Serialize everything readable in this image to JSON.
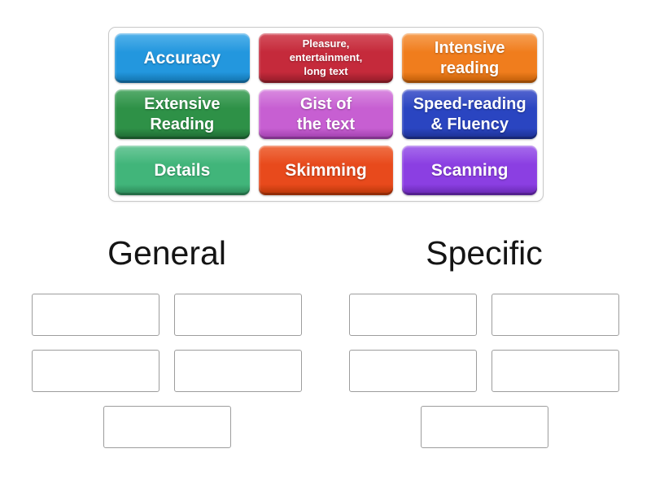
{
  "tray": {
    "tiles": [
      {
        "id": "accuracy",
        "label": "Accuracy",
        "colors": {
          "base": "#2397DE",
          "light": "#54B2EA",
          "dark": "#116FA8"
        }
      },
      {
        "id": "pleasure-entertainment-long-text",
        "label": "Pleasure,\nentertainment,\nlong text",
        "colors": {
          "base": "#C52A3B",
          "light": "#D4515E",
          "dark": "#8F1B28"
        }
      },
      {
        "id": "intensive-reading",
        "label": "Intensive\nreading",
        "colors": {
          "base": "#F07D1D",
          "light": "#F6A055",
          "dark": "#BA5A06"
        }
      },
      {
        "id": "extensive-reading",
        "label": "Extensive\nReading",
        "colors": {
          "base": "#2E9147",
          "light": "#57AC6D",
          "dark": "#1D6431"
        }
      },
      {
        "id": "gist-of-the-text",
        "label": "Gist of\nthe text",
        "colors": {
          "base": "#C75FD2",
          "light": "#D98BE0",
          "dark": "#9C3CA9"
        }
      },
      {
        "id": "speed-reading-fluency",
        "label": "Speed-reading\n& Fluency",
        "colors": {
          "base": "#2A45C1",
          "light": "#5365CF",
          "dark": "#1B2E8D"
        }
      },
      {
        "id": "details",
        "label": "Details",
        "colors": {
          "base": "#41B57A",
          "light": "#6FC99B",
          "dark": "#2A8354"
        }
      },
      {
        "id": "skimming",
        "label": "Skimming",
        "colors": {
          "base": "#E84A1C",
          "light": "#EF7147",
          "dark": "#B13407"
        }
      },
      {
        "id": "scanning",
        "label": "Scanning",
        "colors": {
          "base": "#8B3FE2",
          "light": "#A76CEC",
          "dark": "#6325AC"
        }
      }
    ]
  },
  "groups": [
    {
      "name": "General",
      "slot_count": 5
    },
    {
      "name": "Specific",
      "slot_count": 5
    }
  ]
}
